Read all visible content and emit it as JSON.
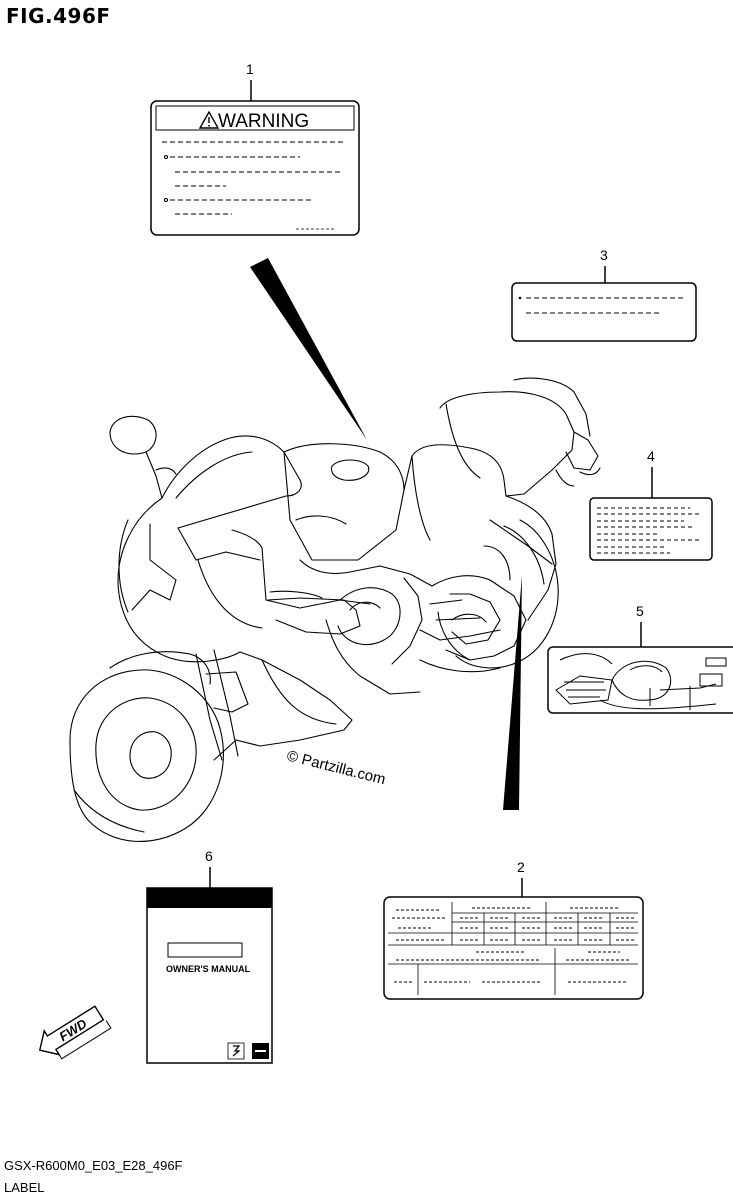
{
  "figure": {
    "title": "FIG.496F",
    "code": "GSX-R600M0_E03_E28_496F",
    "name": "LABEL"
  },
  "watermark": "© Partzilla.com",
  "callouts": [
    "1",
    "2",
    "3",
    "4",
    "5",
    "6"
  ],
  "labels": {
    "warning_heading": "WARNING",
    "manual_title": "OWNER'S MANUAL",
    "fwd_arrow": "FWD"
  },
  "icons": [
    "warning-triangle-icon",
    "suzuki-logo-icon",
    "fwd-arrow-icon"
  ]
}
